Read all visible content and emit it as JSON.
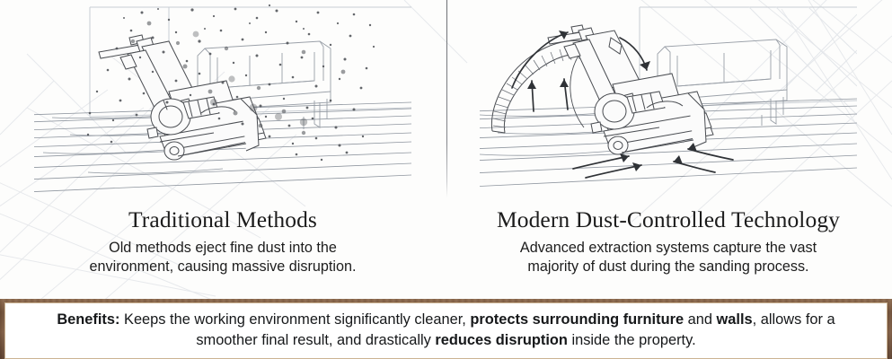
{
  "page": {
    "background_color": "#fdfdfc",
    "accent_wood_color": "#6f4f38",
    "ink_color": "#4a4d52"
  },
  "comparison": {
    "left_panel": {
      "title": "Traditional Methods",
      "description": "Old methods eject fine dust into the environment, causing massive disruption.",
      "illustration_name": "floor-sander-dust-cloud-illustration",
      "illustration_caption_line1": "Old methods eject fine dust into the",
      "illustration_caption_line2": "environment, causing massive disruption."
    },
    "right_panel": {
      "title": "Modern Dust-Controlled Technology",
      "description": "Advanced extraction systems capture the vast majority of dust during the sanding process.",
      "illustration_name": "floor-sander-with-extraction-hose-illustration",
      "illustration_caption_line1": "Advanced extraction systems capture the vast",
      "illustration_caption_line2": "majority of dust during the sanding process."
    }
  },
  "benefits": {
    "label": "Benefits:",
    "segments": [
      {
        "text": "Benefits:",
        "bold": true
      },
      {
        "text": " Keeps the working environment significantly cleaner, ",
        "bold": false
      },
      {
        "text": "protects surrounding furniture",
        "bold": true
      },
      {
        "text": " and ",
        "bold": false
      },
      {
        "text": "walls",
        "bold": true
      },
      {
        "text": ", allows for a smoother final result, and drastically ",
        "bold": false
      },
      {
        "text": "reduces disruption",
        "bold": true
      },
      {
        "text": " inside the property.",
        "bold": false
      }
    ],
    "full_text": "Benefits: Keeps the working environment significantly cleaner, protects surrounding furniture and walls, allows for a smoother final result, and drastically reduces disruption inside the property."
  }
}
